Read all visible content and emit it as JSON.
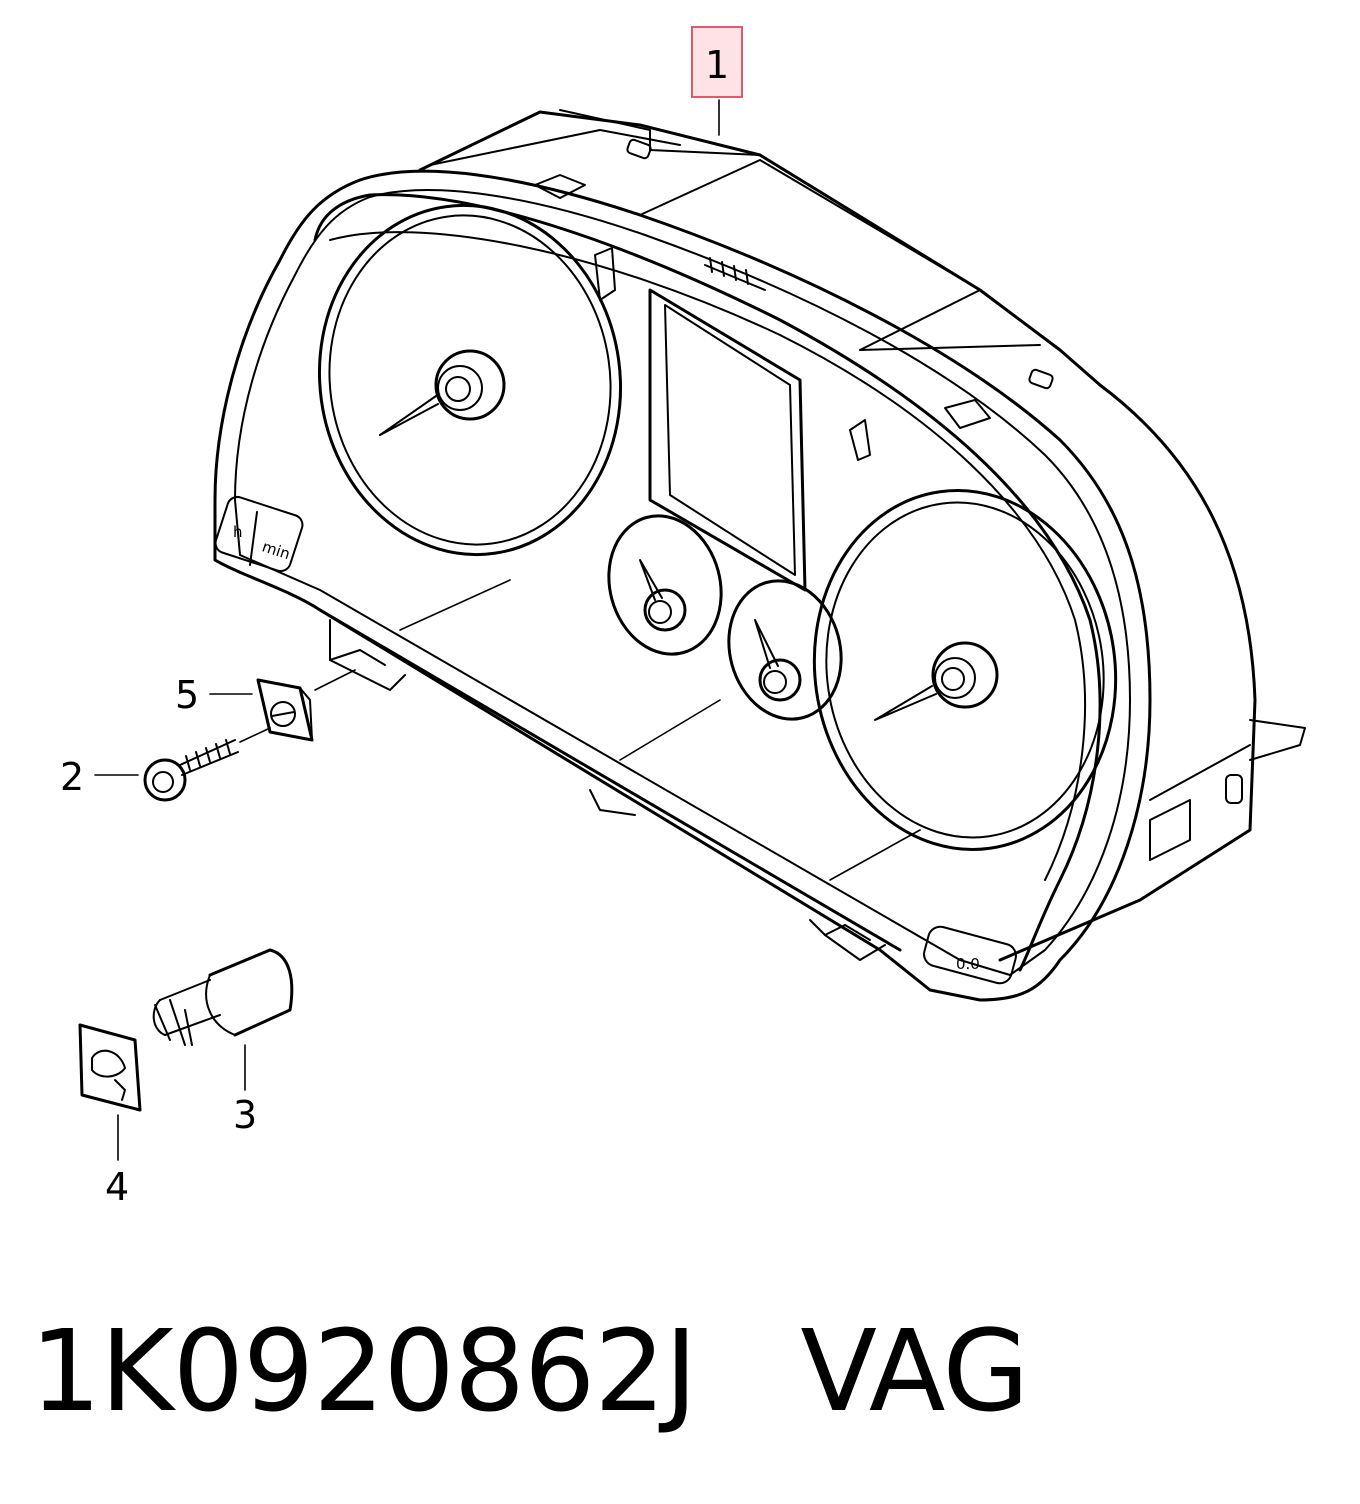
{
  "callouts": {
    "c1": "1",
    "c2": "2",
    "c3": "3",
    "c4": "4",
    "c5": "5"
  },
  "cluster_labels": {
    "hours": "h",
    "minutes": "min",
    "odometer": "0.0"
  },
  "caption": {
    "part_number": "1K0920862J",
    "brand": "VAG"
  },
  "colors": {
    "highlight_stroke": "#e05a6e",
    "highlight_fill": "#fde2e6"
  }
}
